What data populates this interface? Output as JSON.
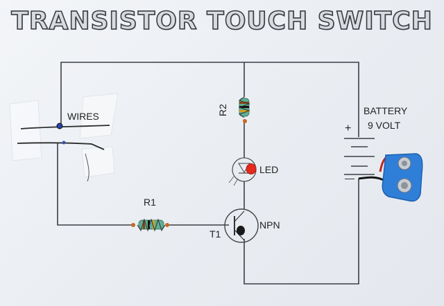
{
  "title": "TRANSISTOR TOUCH SWITCH",
  "labels": {
    "wires": "WIRES",
    "r1": "R1",
    "r2": "R2",
    "led": "LED",
    "npn": "NPN",
    "t1": "T1",
    "battery_line1": "BATTERY",
    "battery_line2": "9 VOLT"
  },
  "battery_plus": "+",
  "battery_minus": "—",
  "colors": {
    "wire": "#3b3f45",
    "led": "#e32a1c",
    "battery_clip": "#2f7fd9",
    "tape": "#f6f7f9",
    "title_fill": "#d8dbe0",
    "title_stroke": "#3a3d42"
  }
}
